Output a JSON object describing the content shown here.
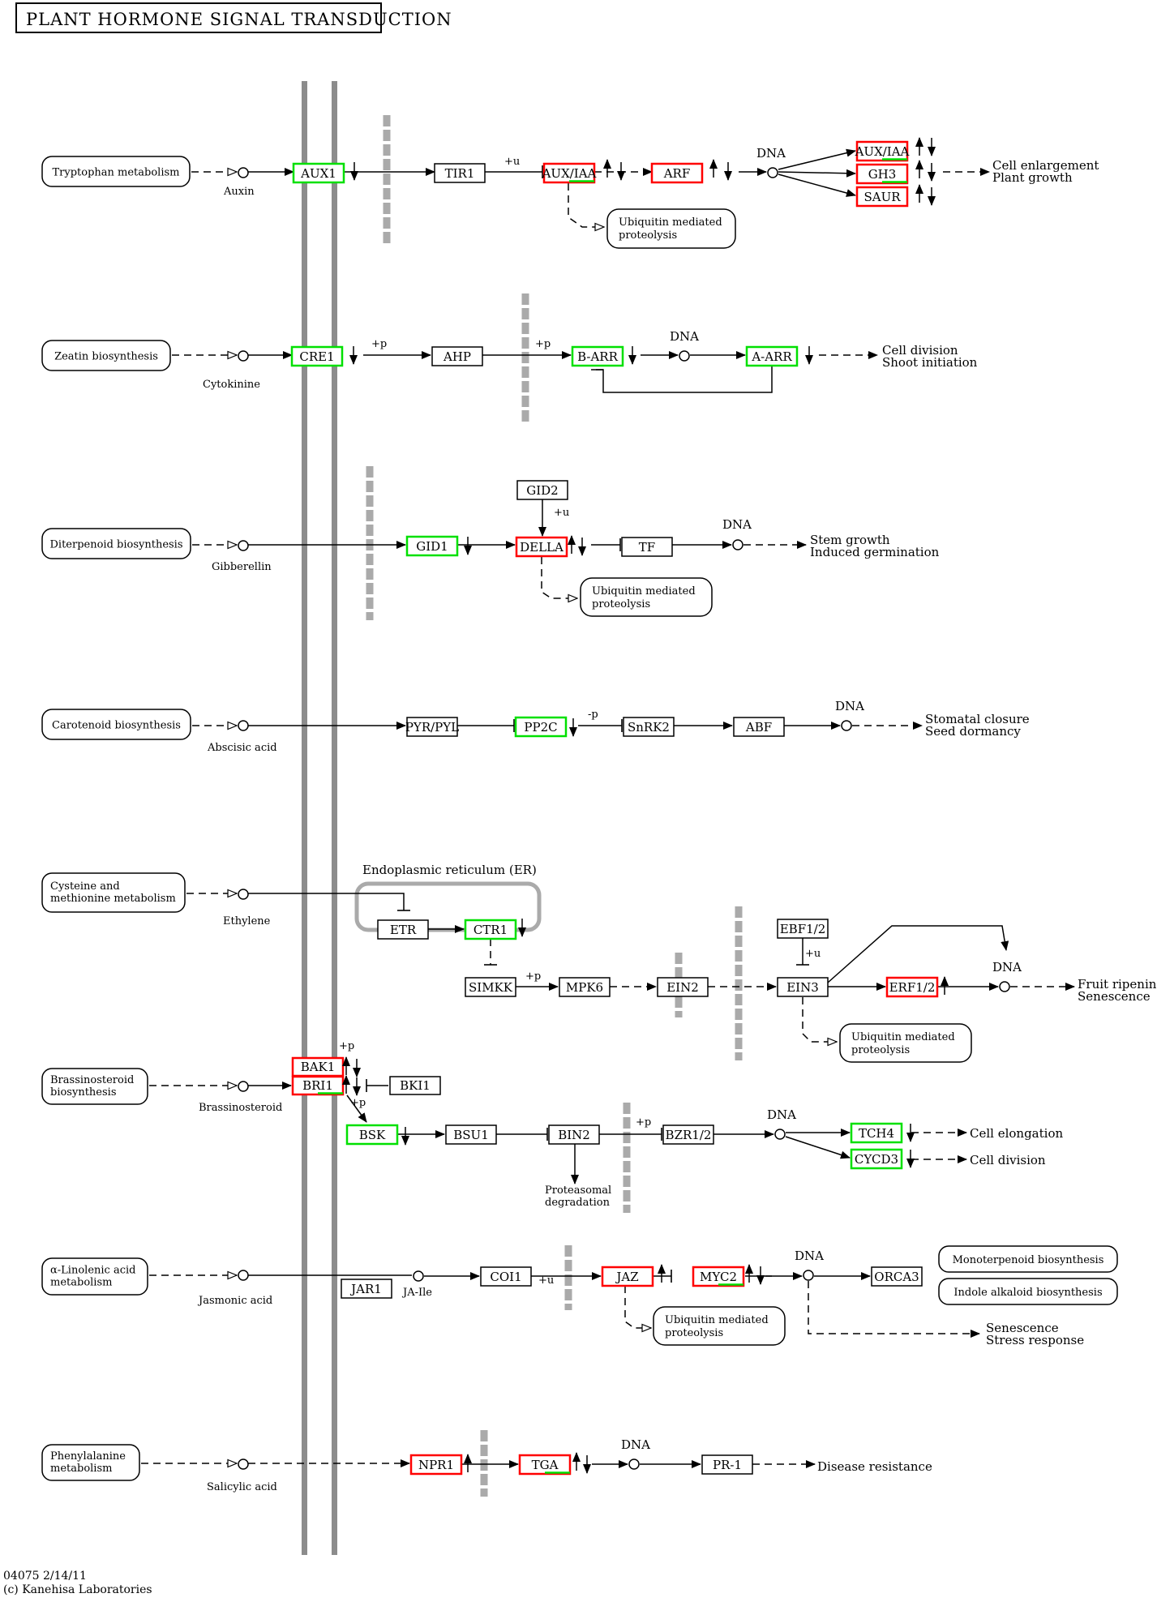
{
  "title": "PLANT HORMONE SIGNAL TRANSDUCTION",
  "footer": {
    "line1": "04075 2/14/11",
    "line2": "(c) Kanehisa Laboratories"
  },
  "er_label": "Endoplasmic reticulum (ER)",
  "colors": {
    "green": "#00e000",
    "red": "#ff0000",
    "gray": "#8c8c8c",
    "dashgray": "#aaaaaa"
  },
  "pathways": [
    {
      "id": "trp",
      "label": [
        "Tryptophan metabolism"
      ]
    },
    {
      "id": "zea",
      "label": [
        "Zeatin biosynthesis"
      ]
    },
    {
      "id": "dit",
      "label": [
        "Diterpenoid biosynthesis"
      ]
    },
    {
      "id": "car",
      "label": [
        "Carotenoid biosynthesis"
      ]
    },
    {
      "id": "cys",
      "label": [
        "Cysteine and",
        "methionine metabolism"
      ]
    },
    {
      "id": "bra",
      "label": [
        "Brassinosteroid",
        "biosynthesis"
      ]
    },
    {
      "id": "lin",
      "label": [
        "α-Linolenic acid",
        "metabolism"
      ]
    },
    {
      "id": "phe",
      "label": [
        "Phenylalanine",
        "metabolism"
      ]
    },
    {
      "id": "mono",
      "label": [
        "Monoterpenoid biosynthesis"
      ]
    },
    {
      "id": "indole",
      "label": [
        "Indole alkaloid biosynthesis"
      ]
    }
  ],
  "compounds": [
    "Auxin",
    "Cytokinine",
    "Gibberellin",
    "Abscisic acid",
    "Ethylene",
    "Brassinosteroid",
    "Jasmonic acid",
    "Salicylic acid",
    "JA-Ile"
  ],
  "genes": [
    {
      "id": "aux1",
      "label": "AUX1",
      "status": "green"
    },
    {
      "id": "tir1",
      "label": "TIR1",
      "status": "none"
    },
    {
      "id": "auxiaa1",
      "label": "AUX/IAA",
      "status": "red-green"
    },
    {
      "id": "arf",
      "label": "ARF",
      "status": "red"
    },
    {
      "id": "auxiaa2",
      "label": "AUX/IAA",
      "status": "red-green"
    },
    {
      "id": "gh3",
      "label": "GH3",
      "status": "red-green"
    },
    {
      "id": "saur",
      "label": "SAUR",
      "status": "red"
    },
    {
      "id": "cre1",
      "label": "CRE1",
      "status": "green"
    },
    {
      "id": "ahp",
      "label": "AHP",
      "status": "none"
    },
    {
      "id": "barr",
      "label": "B-ARR",
      "status": "green"
    },
    {
      "id": "aarr",
      "label": "A-ARR",
      "status": "green"
    },
    {
      "id": "gid2",
      "label": "GID2",
      "status": "none"
    },
    {
      "id": "gid1",
      "label": "GID1",
      "status": "green"
    },
    {
      "id": "della",
      "label": "DELLA",
      "status": "red"
    },
    {
      "id": "tf",
      "label": "TF",
      "status": "none"
    },
    {
      "id": "pyr",
      "label": "PYR/PYL",
      "status": "none"
    },
    {
      "id": "pp2c",
      "label": "PP2C",
      "status": "green"
    },
    {
      "id": "snrk2",
      "label": "SnRK2",
      "status": "none"
    },
    {
      "id": "abf",
      "label": "ABF",
      "status": "none"
    },
    {
      "id": "etr",
      "label": "ETR",
      "status": "none"
    },
    {
      "id": "ctr1",
      "label": "CTR1",
      "status": "green"
    },
    {
      "id": "simkk",
      "label": "SIMKK",
      "status": "none"
    },
    {
      "id": "mpk6",
      "label": "MPK6",
      "status": "none"
    },
    {
      "id": "ein2",
      "label": "EIN2",
      "status": "none"
    },
    {
      "id": "ebf12",
      "label": "EBF1/2",
      "status": "none"
    },
    {
      "id": "ein3",
      "label": "EIN3",
      "status": "none"
    },
    {
      "id": "erf12",
      "label": "ERF1/2",
      "status": "red"
    },
    {
      "id": "bak1",
      "label": "BAK1",
      "status": "red"
    },
    {
      "id": "bri1",
      "label": "BRI1",
      "status": "red-green"
    },
    {
      "id": "bki1",
      "label": "BKI1",
      "status": "none"
    },
    {
      "id": "bsk",
      "label": "BSK",
      "status": "green"
    },
    {
      "id": "bsu1",
      "label": "BSU1",
      "status": "none"
    },
    {
      "id": "bin2",
      "label": "BIN2",
      "status": "none"
    },
    {
      "id": "bzr12",
      "label": "BZR1/2",
      "status": "none"
    },
    {
      "id": "tch4",
      "label": "TCH4",
      "status": "green"
    },
    {
      "id": "cycd3",
      "label": "CYCD3",
      "status": "green"
    },
    {
      "id": "jar1",
      "label": "JAR1",
      "status": "none"
    },
    {
      "id": "coi1",
      "label": "COI1",
      "status": "none"
    },
    {
      "id": "jaz",
      "label": "JAZ",
      "status": "red"
    },
    {
      "id": "myc2",
      "label": "MYC2",
      "status": "red-green"
    },
    {
      "id": "orca3",
      "label": "ORCA3",
      "status": "none"
    },
    {
      "id": "npr1",
      "label": "NPR1",
      "status": "red"
    },
    {
      "id": "tga",
      "label": "TGA",
      "status": "red-green"
    },
    {
      "id": "pr1",
      "label": "PR-1",
      "status": "none"
    }
  ],
  "ubiquitin": [
    "Ubiquitin mediated",
    "proteolysis"
  ],
  "proteasomal": [
    "Proteasomal",
    "degradation"
  ],
  "dna": "DNA",
  "edge_labels": [
    "+u",
    "+p",
    "-p"
  ],
  "outcomes": [
    [
      "Cell enlargement",
      "Plant growth"
    ],
    [
      "Cell division",
      "Shoot initiation"
    ],
    [
      "Stem growth",
      "Induced germination"
    ],
    [
      "Stomatal closure",
      "Seed dormancy"
    ],
    [
      "Fruit ripening",
      "Senescence"
    ],
    [
      "Cell elongation"
    ],
    [
      "Cell division"
    ],
    [
      "Senescence",
      "Stress response"
    ],
    [
      "Disease resistance"
    ]
  ]
}
